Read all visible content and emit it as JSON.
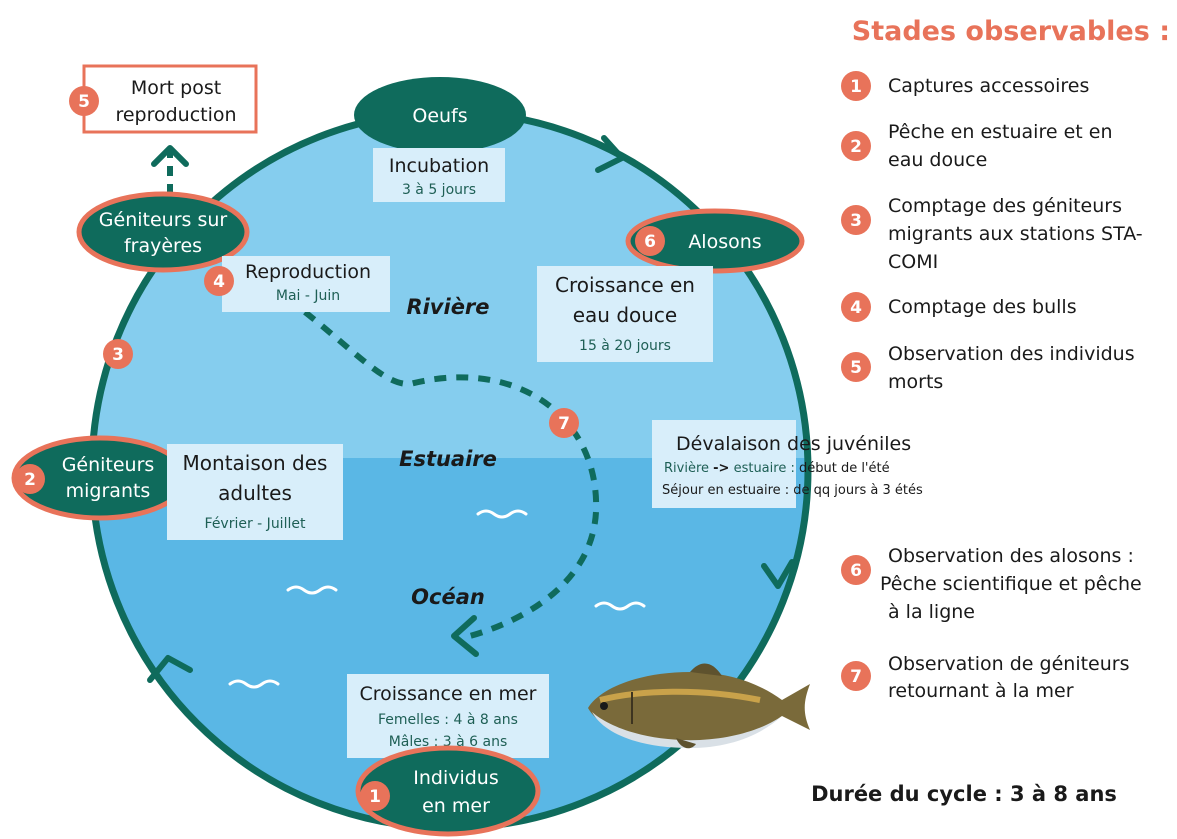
{
  "legend": {
    "title": "Stades observables :",
    "items": [
      {
        "num": "1",
        "lines": [
          "Captures accessoires"
        ]
      },
      {
        "num": "2",
        "lines": [
          "Pêche en estuaire et en",
          "eau douce"
        ]
      },
      {
        "num": "3",
        "lines": [
          "Comptage des géniteurs",
          "migrants aux stations STA-",
          "COMI"
        ]
      },
      {
        "num": "4",
        "lines": [
          "Comptage des bulls"
        ]
      },
      {
        "num": "5",
        "lines": [
          "Observation des individus",
          "morts"
        ]
      },
      {
        "num": "6",
        "lines": [
          "Observation des alosons :",
          "Pêche scientifique et pêche",
          "à la ligne"
        ]
      },
      {
        "num": "7",
        "lines": [
          "Observation de géniteurs",
          "retournant à la mer"
        ]
      }
    ]
  },
  "duree": "Durée du cycle : 3 à 8 ans",
  "zones": {
    "riviere": "Rivière",
    "estuaire": "Estuaire",
    "ocean": "Océan"
  },
  "stages": {
    "oeufs": "Oeufs",
    "alosons": "Alosons",
    "alosons_num": "6",
    "geniteurs_frayeres": [
      "Géniteurs sur",
      "frayères"
    ],
    "geniteurs_migrants": [
      "Géniteurs",
      "migrants"
    ],
    "geniteurs_migrants_num": "2",
    "individus_mer": [
      "Individus",
      "en mer"
    ],
    "individus_mer_num": "1",
    "mort": [
      "Mort post",
      "reproduction"
    ],
    "mort_num": "5"
  },
  "boxes": {
    "incubation": {
      "title": "Incubation",
      "sub": "3 à 5 jours"
    },
    "reproduction": {
      "title": "Reproduction",
      "sub": "Mai - Juin",
      "num": "4"
    },
    "croissance_eau_douce": {
      "title": [
        "Croissance en",
        "eau douce"
      ],
      "sub": "15 à 20 jours"
    },
    "devalaison": {
      "title": "Dévalaison des juvéniles",
      "sub1_label": "Rivière ",
      "sub1_arrow": "->",
      "sub1_mid": " estuaire : ",
      "sub1_value": "début de l'été",
      "sub2": "Séjour en estuaire : de qq jours à 3 étés"
    },
    "montaison": {
      "title": [
        "Montaison des",
        "adultes"
      ],
      "sub": "Février - Juillet"
    },
    "croissance_mer": {
      "title": "Croissance en mer",
      "sub1": "Femelles : 4 à 8 ans",
      "sub2": "Mâles : 3 à 6 ans"
    }
  },
  "badges": {
    "ring3": "3",
    "path7": "7"
  },
  "colors": {
    "teal": "#0f6b5c",
    "coral": "#e8735a",
    "river": "#7fc8ec",
    "sea": "#5bb8e6",
    "boxfill": "#d8eefa"
  }
}
